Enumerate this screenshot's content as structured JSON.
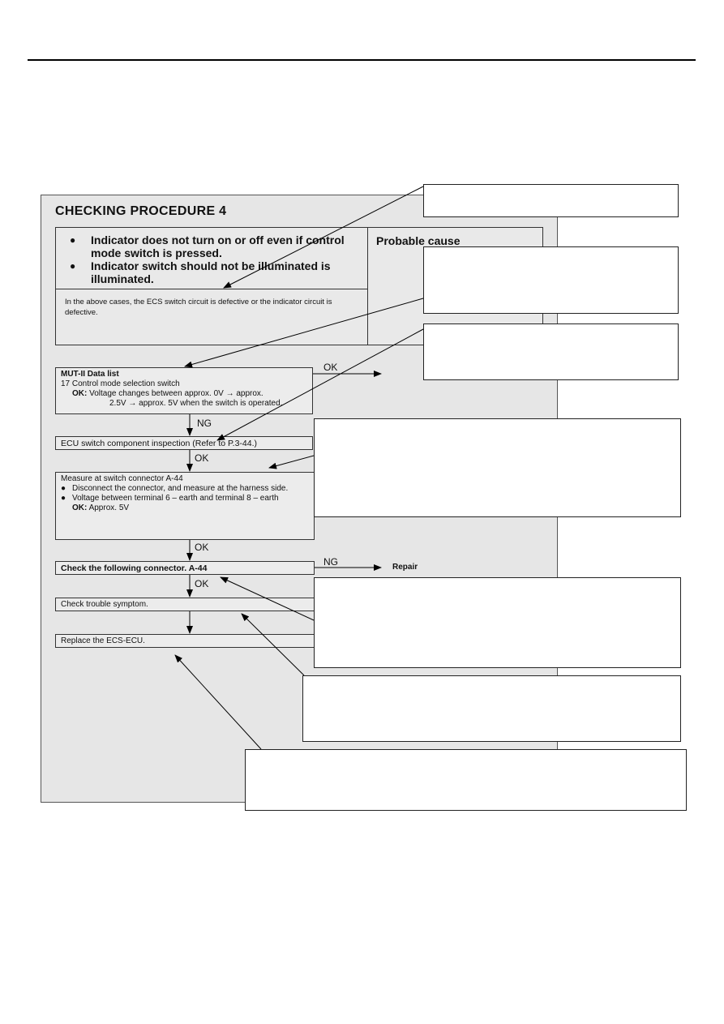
{
  "procedure": {
    "title": "CHECKING PROCEDURE 4",
    "symptoms": [
      "Indicator does not turn on or off even if control mode switch is pressed.",
      "Indicator switch should not be illuminated is illuminated."
    ],
    "probable_cause_header": "Probable cause",
    "explanation": "In the above cases, the ECS switch circuit is defective or the indicator circuit is defective."
  },
  "flow": {
    "step1": {
      "title": "MUT-II Data list",
      "line1": "17  Control mode selection switch",
      "ok_label": "OK:",
      "ok_text_1": "Voltage changes between approx. 0V → approx.",
      "ok_text_2": "2.5V → approx. 5V when the switch is operated."
    },
    "step2": {
      "text": "ECU switch component inspection (Refer to P.3-44.)"
    },
    "step3": {
      "title": "Measure at switch connector A-44",
      "bullet1": "Disconnect the connector, and measure at the harness side.",
      "bullet2": "Voltage between terminal 6 – earth and terminal 8 – earth",
      "ok_label": "OK:",
      "ok_text": "Approx. 5V"
    },
    "step4": {
      "text": "Check the following connector. A-44"
    },
    "step5": {
      "text": "Check trouble symptom."
    },
    "step6": {
      "text": "Replace the ECS-ECU."
    },
    "labels": {
      "ok1": "OK",
      "ng1": "NG",
      "ok2": "OK",
      "ok3": "OK",
      "ng2": "NG",
      "repair": "Repair",
      "ok4": "OK"
    }
  }
}
